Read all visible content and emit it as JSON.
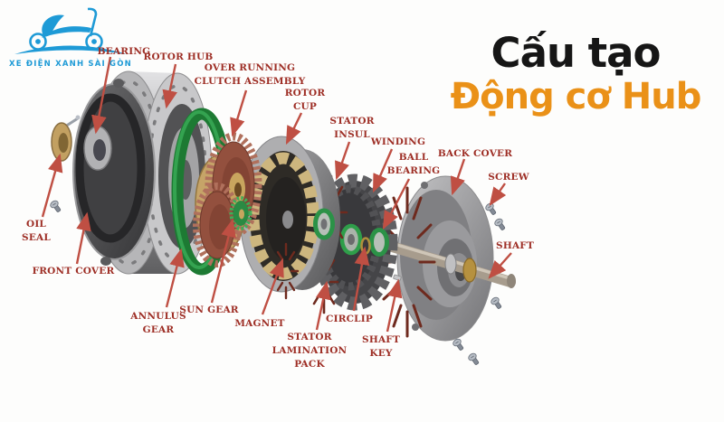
{
  "logo": {
    "brand": "XE ĐIỆN XANH SÀI GÒN"
  },
  "title": {
    "line1": "Cấu tạo",
    "line2": "Động cơ Hub"
  },
  "colors": {
    "title_black": "#161616",
    "title_orange": "#ea9118",
    "label_red": "#9e2f26",
    "arrow_red": "#bf4f43",
    "logo_blue": "#1e9ad6",
    "gear_green": "#1d7a33",
    "gear_copper": "#93503e",
    "magnet_tan": "#cdb67e"
  },
  "diagram": {
    "labels": [
      {
        "id": "bearing",
        "text": "BEARING"
      },
      {
        "id": "rotor-hub",
        "text": "ROTOR HUB"
      },
      {
        "id": "over-running",
        "text": "OVER RUNNING\nCLUTCH ASSEMBLY"
      },
      {
        "id": "rotor-cup",
        "text": "ROTOR\nCUP"
      },
      {
        "id": "stator-insul",
        "text": "STATOR\nINSUL"
      },
      {
        "id": "winding",
        "text": "WINDING"
      },
      {
        "id": "ball-bearing",
        "text": "BALL\nBEARING"
      },
      {
        "id": "back-cover",
        "text": "BACK COVER"
      },
      {
        "id": "screw",
        "text": "SCREW"
      },
      {
        "id": "shaft",
        "text": "SHAFT"
      },
      {
        "id": "oil-seal",
        "text": "OIL\nSEAL"
      },
      {
        "id": "front-cover",
        "text": "FRONT COVER"
      },
      {
        "id": "annulus-gear",
        "text": "ANNULUS\nGEAR"
      },
      {
        "id": "sun-gear",
        "text": "SUN GEAR"
      },
      {
        "id": "magnet",
        "text": "MAGNET"
      },
      {
        "id": "stator-lamination",
        "text": "STATOR\nLAMINATION\nPACK"
      },
      {
        "id": "circlip",
        "text": "CIRCLIP"
      },
      {
        "id": "shaft-key",
        "text": "SHAFT\nKEY"
      }
    ]
  }
}
